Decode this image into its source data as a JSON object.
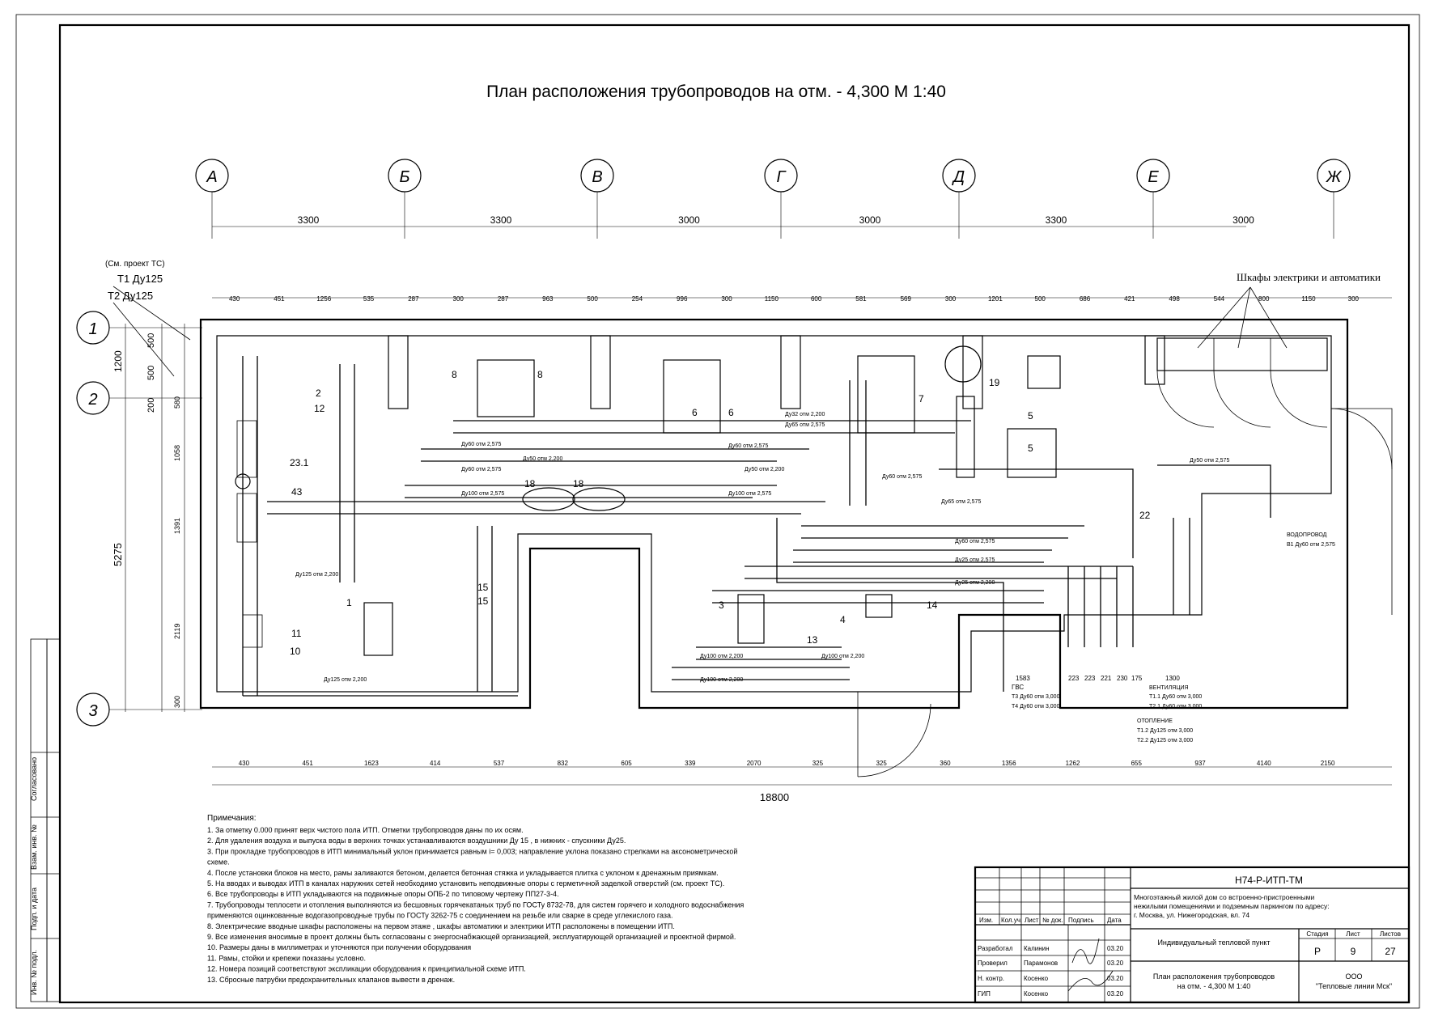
{
  "title": "План расположения трубопроводов на отм. - 4,300  М 1:40",
  "axes_letters": [
    "А",
    "Б",
    "В",
    "Г",
    "Д",
    "Е",
    "Ж"
  ],
  "axes_numbers": [
    "1",
    "2",
    "3"
  ],
  "top_spans": [
    "3300",
    "3300",
    "3000",
    "3000",
    "3300",
    "3000"
  ],
  "top_detail_dims": [
    "430",
    "451",
    "1256",
    "535",
    "287",
    "300",
    "287",
    "963",
    "500",
    "254",
    "996",
    "300",
    "1150",
    "600",
    "581",
    "569",
    "300",
    "1201",
    "500",
    "686",
    "421",
    "498",
    "544",
    "800",
    "1150",
    "300"
  ],
  "bottom_detail_dims": [
    "430",
    "451",
    "1623",
    "414",
    "537",
    "832",
    "605",
    "339",
    "2070",
    "325",
    "325",
    "360",
    "1356",
    "1262",
    "655",
    "937",
    "4140",
    "2150"
  ],
  "overall_dim": "18800",
  "left_dims": [
    "1200",
    "500",
    "500",
    "200",
    "580",
    "5275",
    "1058",
    "1391",
    "2119",
    "300"
  ],
  "inlet": {
    "ref": "(См. проект ТС)",
    "t1": "Т1 Ду125",
    "t2": "Т2  Ду125"
  },
  "cabinets_label": "Шкафы электрики\nи автоматики",
  "equipment_numbers": [
    "1",
    "2",
    "3",
    "4",
    "5",
    "5",
    "6",
    "6",
    "7",
    "8",
    "8",
    "10",
    "11",
    "12",
    "13",
    "14",
    "15",
    "15",
    "18",
    "18",
    "19",
    "22",
    "23.1",
    "43"
  ],
  "pipe_labels": [
    "Ду60 отм 2,575",
    "Ду50 отм 2,200",
    "Ду60 отм 2,575",
    "Ду100 отм 2,575",
    "Ду100 отм 2,575",
    "Ду32 отм 2,200",
    "Ду65 отм 2,575",
    "Ду50 отм 2,200",
    "Ду60 отм 2,575",
    "Ду60 отм 2,575",
    "Ду65 отм 2,575",
    "Ду60 отм 2,575",
    "Ду25 отм 2,575",
    "Ду25 отм 2,200",
    "Ду125 отм 2,200",
    "Ду100 отм 2,200",
    "Ду100 отм 2,200",
    "Ду100 отм 2,200",
    "Ду125 отм 2,200",
    "Ду50 отм 2,575"
  ],
  "water_supply": {
    "title": "ВОДОПРОВОД",
    "value": "В1 Ду60 отм 2,575"
  },
  "gvs": {
    "title": "ГВС",
    "t3": "Т3 Ду60 отм 3,000",
    "t4": "Т4 Ду60 отм 3,000"
  },
  "ventilation": {
    "title": "ВЕНТИЛЯЦИЯ",
    "t1": "Т1.1 Ду60 отм 3,000",
    "t2": "Т2.1 Ду60 отм 3,000"
  },
  "heating": {
    "title": "ОТОПЛЕНИЕ",
    "t1": "Т1.2 Ду125 отм 3,000",
    "t2": "Т2.2 Ду125 отм 3,000"
  },
  "outlet_dims": [
    "1583",
    "223",
    "223",
    "221",
    "230",
    "175",
    "1300"
  ],
  "notes_title": "Примечания:",
  "notes": [
    "1. За отметку 0.000 принят верх чистого пола ИТП. Отметки трубопроводов даны по их осям.",
    "2. Для удаления воздуха и выпуска воды в верхних точках устанавливаются воздушники Ду 15 , в нижних - спускники Ду25.",
    "3. При прокладке трубопроводов в ИТП минимальный уклон принимается равным i= 0,003; направление уклона показано стрелками на аксонометрической",
    "схеме.",
    "4. После установки блоков на место, рамы заливаются бетоном, делается бетонная стяжка и укладывается плитка с уклоном к дренажным приямкам.",
    "5. На вводах и выводах ИТП в каналах наружних сетей необходимо установить неподвижные опоры с герметичной заделкой отверстий (см. проект ТС).",
    "6. Все трубопроводы в ИТП укладываются на подвижные опоры ОПБ-2 по типовому чертежу ПП27-3-4.",
    "7. Трубопроводы теплосети и отопления выполняются из бесшовных горячекатаных труб по ГОСТу 8732-78, для систем горячего и холодного водоснабжения",
    "применяются оцинкованные водогазопроводные трубы по ГОСТу 3262-75 с соединением на резьбе или сварке в среде углекислого газа.",
    "8. Электрические вводные шкафы расположены на первом этаже , шкафы автоматики  и электрики ИТП расположены в помещении ИТП.",
    "9. Все   изменения вносимые в проект должны быть согласованы с энергоснабжающей организацией, эксплуатирующей организацией и проектной фирмой.",
    "10. Размеры даны в миллиметрах и уточняются при получении оборудования",
    "11. Рамы, стойки и крепежи показаны условно.",
    "12. Номера позиций соответствуют экспликации оборудования к принципиальной схеме ИТП.",
    "13. Сбросные патрубки предохранительных клапанов вывести в дренаж."
  ],
  "stamp": {
    "code": "Н74-Р-ИТП-ТМ",
    "object": "Многоэтажный жилой дом со встроенно-пристроенными\nнежилыми помещениями и подземным паркингом по адресу:\nг. Москва, ул. Нижегородская, вл. 74",
    "header_cols": [
      "Изм.",
      "Кол.уч.",
      "Лист",
      "№ док.",
      "Подпись",
      "Дата"
    ],
    "rows": [
      {
        "role": "Разработал",
        "name": "Калинин",
        "date": "03.20"
      },
      {
        "role": "Проверил",
        "name": "Парамонов",
        "date": "03.20"
      },
      {
        "role": "Н. контр.",
        "name": "Косенко",
        "date": "03.20"
      },
      {
        "role": "ГИП",
        "name": "Косенко",
        "date": "03.20"
      }
    ],
    "section": "Индивидуальный тепловой пункт",
    "stage_label": "Стадия",
    "sheet_label": "Лист",
    "sheets_label": "Листов",
    "stage": "Р",
    "sheet": "9",
    "sheets": "27",
    "sheet_title": "План расположения трубопроводов\nна отм. - 4,300  М 1:40",
    "org": "ООО\n\"Тепловые линии Мск\""
  },
  "side_stamp": [
    "Согласовано",
    "Взам. инв. №",
    "Подп. и дата",
    "Инв. № подл."
  ]
}
